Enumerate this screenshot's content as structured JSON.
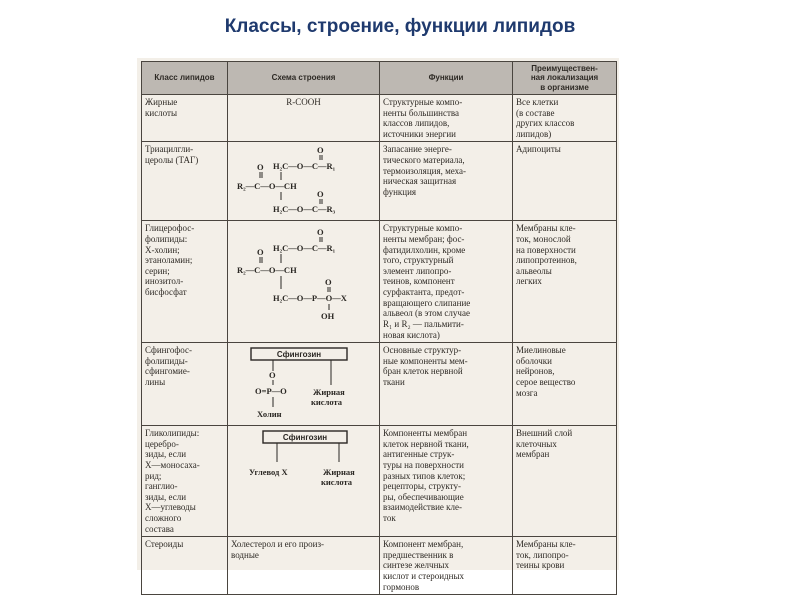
{
  "title": "Классы, строение, функции липидов",
  "table": {
    "headers": [
      "Класс липидов",
      "Схема строения",
      "Функции",
      "Преимуществен-\nная локализация\nв организме"
    ],
    "rows": [
      {
        "class": "Жирные\nкислоты",
        "scheme": "R-COOH",
        "functions": "Структурные компо-\nненты большинства\nклассов липидов,\nисточники энергии",
        "location": "Все клетки\n(в составе\nдругих классов\nлипидов)"
      },
      {
        "class": "Триацилгли-\nцеролы (ТАГ)",
        "scheme_tag": {
          "top": "H₂C—O—C—R₁",
          "mid": "R₂—C—O—CH",
          "bot": "H₂C—O—C—R₃",
          "o": "O"
        },
        "functions": "Запасание энерге-\nтического материала,\nтермоизоляция, меха-\nническая защитная\nфункция",
        "location": "Адипоциты"
      },
      {
        "class": "Глицерофос-\nфолипиды:\nХ-холин;\nэтаноламин;\nсерин;\nинозитол-\nбисфосфат",
        "scheme_gpl": {
          "top": "H₂C—O—C—R₁",
          "mid": "R₂—C—O—CH",
          "bot": "H₂C—O—P—O—X",
          "o": "O",
          "oh": "OH"
        },
        "functions": "Структурные компо-\nненты мембран; фос-\nфатидилхолин, кроме\nтого, структурный\nэлемент липопро-\nтеинов, компонент\nсурфактанта, предот-\nвращающего слипание\nальвеол (в этом случае\nR₁ и R₂ — пальмити-\nновая кислота)",
        "location": "Мембраны кле-\nток, монослой\nна поверхности\nлипопротеинов,\nальвеолы\nлегких"
      },
      {
        "class": "Сфингофос-\nфолипиды-\nсфингомие-\nлины",
        "scheme_sph": {
          "box": "Сфингозин",
          "o": "O",
          "p": "O=P—O",
          "fa1": "Жирная",
          "fa2": "кислота",
          "choline": "Холин"
        },
        "functions": "Основные структур-\nные компоненты мем-\nбран клеток нервной\nткани",
        "location": "Миелиновые\nоболочки\nнейронов,\nсерое вещество\nмозга"
      },
      {
        "class": "Гликолипиды:\nцеребро-\nзиды, если\nX—моносаха-\nрид;\nганглио-\nзиды, если\nX—углеводы\nсложного\nсостава",
        "scheme_gly": {
          "box": "Сфингозин",
          "carb": "Углевод X",
          "fa1": "Жирная",
          "fa2": "кислота"
        },
        "functions": "Компоненты мембран\nклеток нервной ткани,\nантигенные струк-\nтуры на поверхности\nразных типов клеток;\nрецепторы, структу-\nры, обеспечивающие\nвзаимодействие кле-\nток",
        "location": "Внешний слой\nклеточных\nмембран"
      },
      {
        "class": "Стероиды",
        "scheme": "Холестерол и его произ-\nводные",
        "functions": "Компонент мембран,\nпредшественник в\nсинтезе желчных\nкислот и стероидных\nгормонов",
        "location": "Мембраны кле-\nток, липопро-\nтеины крови"
      }
    ]
  }
}
